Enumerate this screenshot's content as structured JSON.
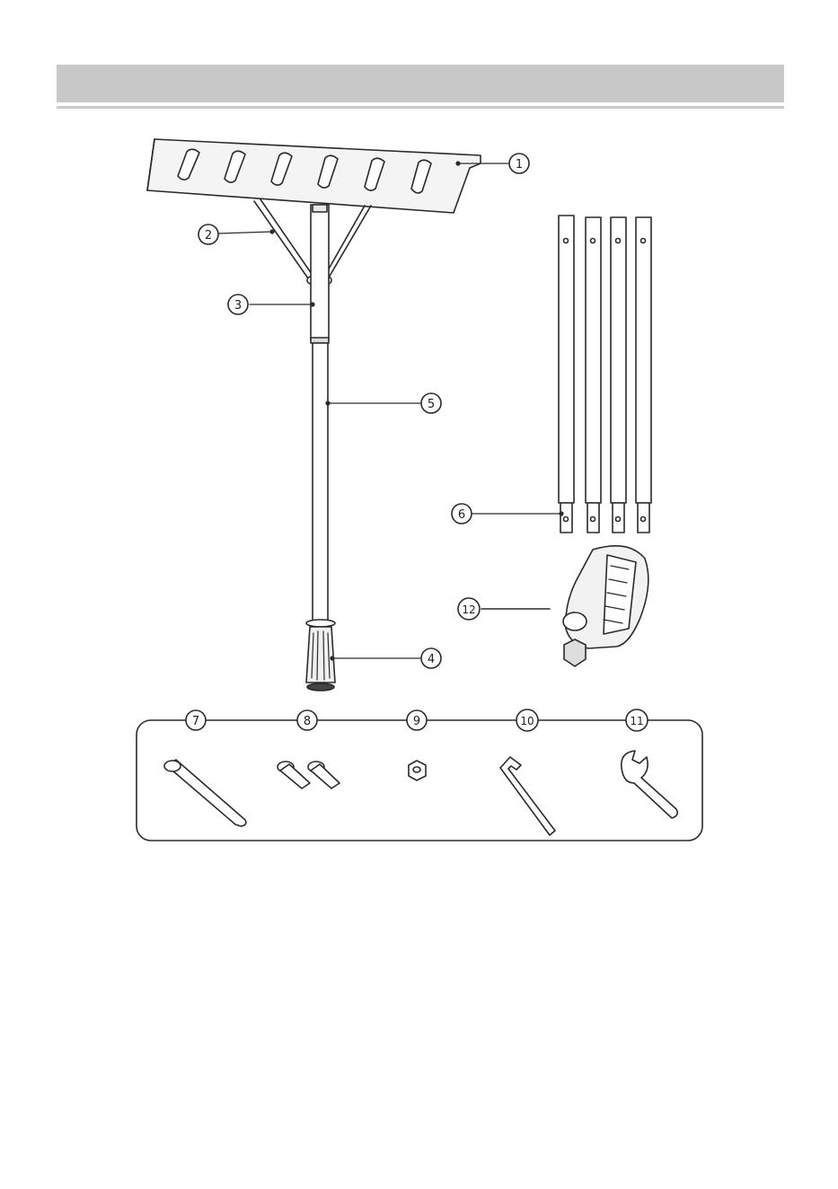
{
  "header": {
    "title": ""
  },
  "colors": {
    "header_bar": "#c8c8c8",
    "line": "#2a2a2a",
    "part_fill": "#f2f2f2"
  },
  "callouts": [
    {
      "part": "roof-rake-head",
      "label": "1"
    },
    {
      "part": "support-struts",
      "label": "2"
    },
    {
      "part": "upper-pole",
      "label": "3"
    },
    {
      "part": "grip-handle",
      "label": "4"
    },
    {
      "part": "lower-pole",
      "label": "5"
    },
    {
      "part": "extension-poles",
      "label": "6"
    },
    {
      "part": "long-bolt",
      "label": "7"
    },
    {
      "part": "short-bolts",
      "label": "8"
    },
    {
      "part": "nut",
      "label": "9"
    },
    {
      "part": "hex-key",
      "label": "10"
    },
    {
      "part": "wrench",
      "label": "11"
    },
    {
      "part": "handle-clamp",
      "label": "12"
    }
  ]
}
